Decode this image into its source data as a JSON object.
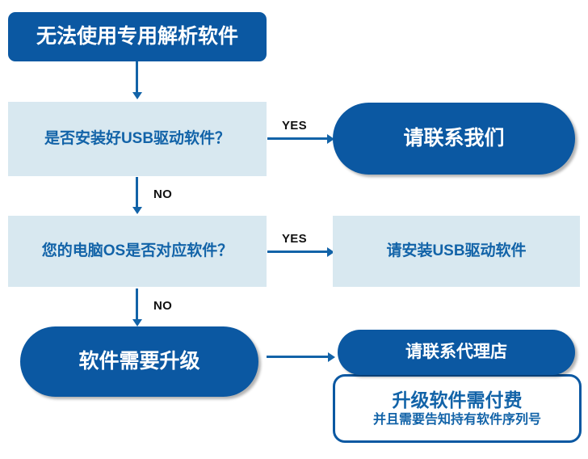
{
  "diagram": {
    "title": "USB driver / software troubleshooting flowchart",
    "colors": {
      "dark_blue": "#0b58a2",
      "light_blue_fill": "#d8e8f0",
      "light_blue_text": "#1263a8",
      "connector": "#1263a8",
      "label_text": "#111111",
      "white": "#ffffff"
    }
  },
  "nodes": {
    "start": {
      "label": "无法使用专用解析软件"
    },
    "decision_usb_driver": {
      "label": "是否安装好USB驱动软件？"
    },
    "contact_us": {
      "label": "请联系我们"
    },
    "decision_os": {
      "label": "您的电脑OS是否对应软件？"
    },
    "install_usb_driver": {
      "label": "请安装USB驱动软件"
    },
    "need_upgrade": {
      "label": "软件需要升级"
    },
    "contact_dealer": {
      "label": "请联系代理店"
    },
    "upgrade_fee": {
      "line1": "升级软件需付费",
      "line2": "并且需要告知持有软件序列号"
    }
  },
  "edges": {
    "usb_yes": {
      "label": "YES"
    },
    "usb_no": {
      "label": "NO"
    },
    "os_yes": {
      "label": "YES"
    },
    "os_no": {
      "label": "NO"
    }
  }
}
